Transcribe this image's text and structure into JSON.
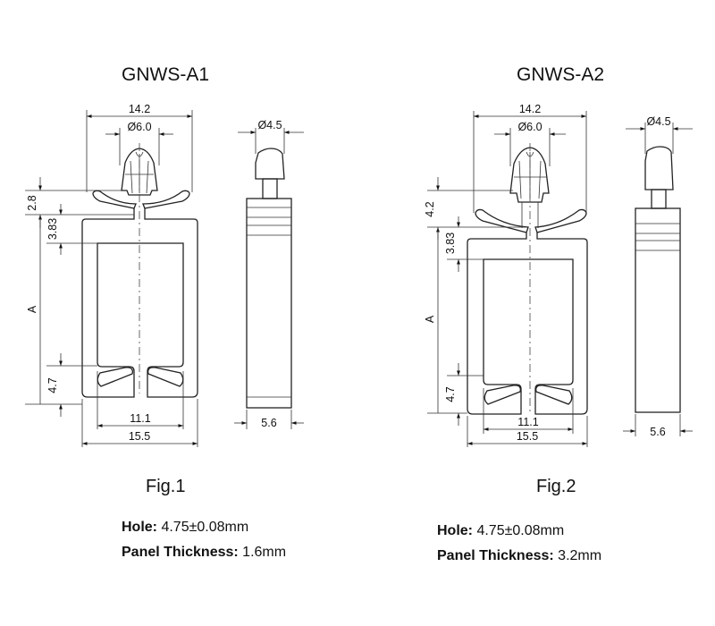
{
  "figures": [
    {
      "title": "GNWS-A1",
      "caption": "Fig.1",
      "dims": {
        "overall_width": "14.2",
        "head_dia": "Ø6.0",
        "side_dia": "Ø4.5",
        "top_height": "2.8",
        "gap_height": "3.83",
        "length": "A",
        "foot_height": "4.7",
        "inner_width": "11.1",
        "outer_width": "15.5",
        "side_width": "5.6"
      },
      "hole_label": "Hole:",
      "hole_value": "4.75±0.08mm",
      "panel_label": "Panel Thickness:",
      "panel_value": "1.6mm"
    },
    {
      "title": "GNWS-A2",
      "caption": "Fig.2",
      "dims": {
        "overall_width": "14.2",
        "head_dia": "Ø6.0",
        "side_dia": "Ø4.5",
        "top_height": "4.2",
        "gap_height": "3.83",
        "length": "A",
        "foot_height": "4.7",
        "inner_width": "11.1",
        "outer_width": "15.5",
        "side_width": "5.6"
      },
      "hole_label": "Hole:",
      "hole_value": "4.75±0.08mm",
      "panel_label": "Panel Thickness:",
      "panel_value": "3.2mm"
    }
  ]
}
